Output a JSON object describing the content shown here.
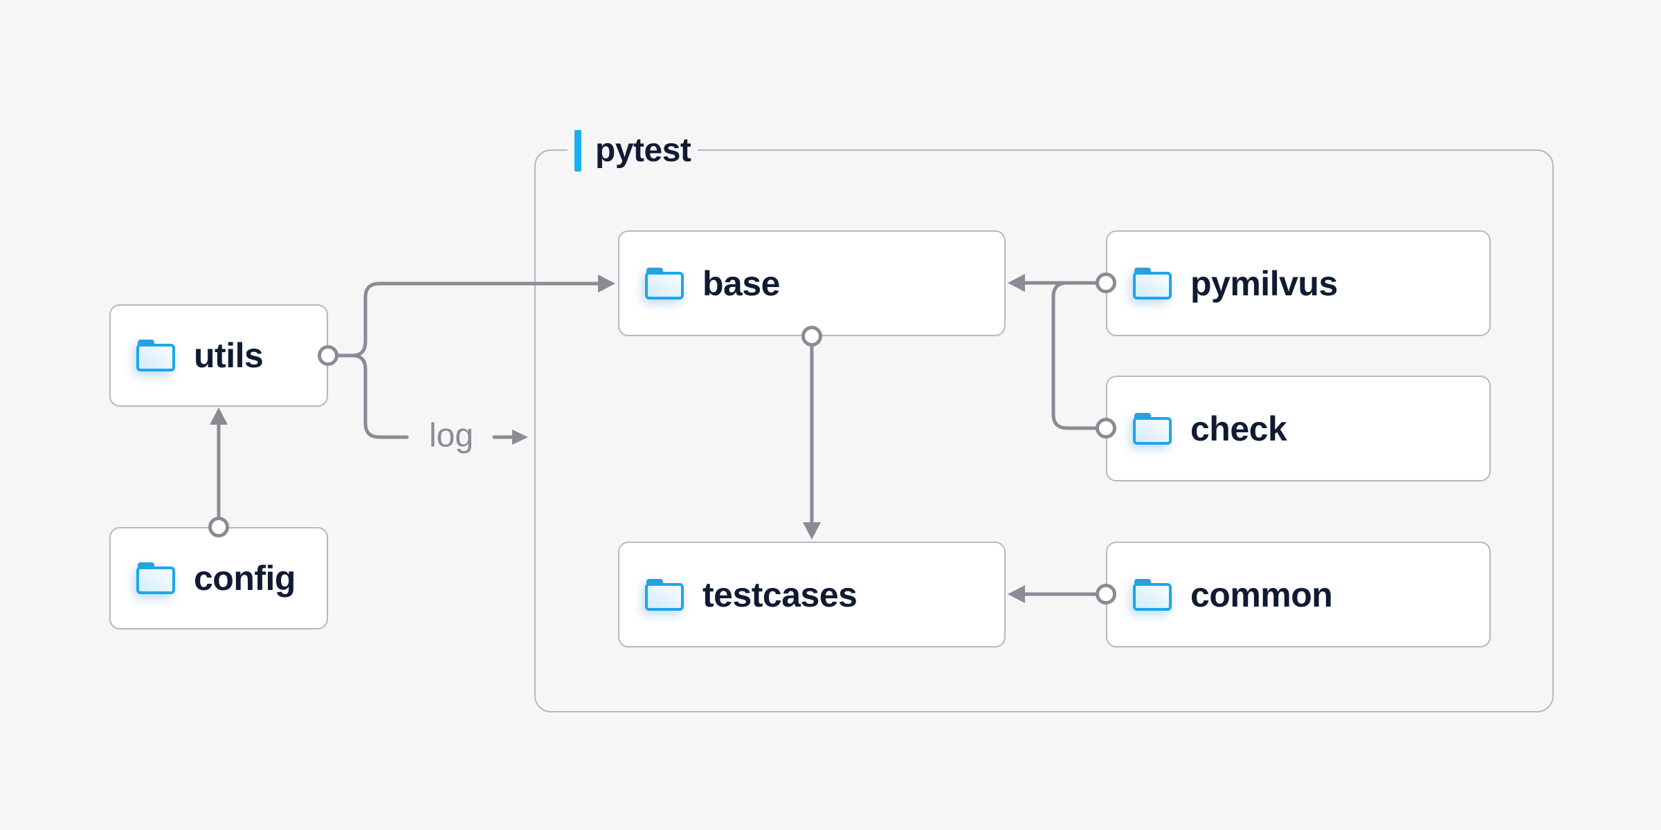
{
  "diagram": {
    "title_group": {
      "label": "pytest"
    },
    "nodes": [
      {
        "id": "utils",
        "label": "utils",
        "icon": "folder-icon"
      },
      {
        "id": "config",
        "label": "config",
        "icon": "folder-icon"
      },
      {
        "id": "base",
        "label": "base",
        "icon": "folder-icon"
      },
      {
        "id": "pymilvus",
        "label": "pymilvus",
        "icon": "folder-icon"
      },
      {
        "id": "check",
        "label": "check",
        "icon": "folder-icon"
      },
      {
        "id": "testcases",
        "label": "testcases",
        "icon": "folder-icon"
      },
      {
        "id": "common",
        "label": "common",
        "icon": "folder-icon"
      }
    ],
    "edges": [
      {
        "from": "config",
        "to": "utils",
        "type": "arrow"
      },
      {
        "from": "utils",
        "to": "base",
        "type": "arrow"
      },
      {
        "from": "utils",
        "to": "log-out",
        "type": "arrow",
        "label": "log"
      },
      {
        "from": "pymilvus",
        "to": "base",
        "type": "arrow"
      },
      {
        "from": "check",
        "to": "base",
        "type": "arrow"
      },
      {
        "from": "base",
        "to": "testcases",
        "type": "arrow"
      },
      {
        "from": "common",
        "to": "testcases",
        "type": "arrow"
      }
    ],
    "colors": {
      "background": "#f6f6f7",
      "box_fill": "#ffffff",
      "box_border": "#b7b8c2",
      "connector": "#8a8b95",
      "text": "#0f1b33",
      "accent_bar": "#18b0f1",
      "folder_blue": "#1aa7ea",
      "folder_tab": "#2d9edc"
    }
  }
}
